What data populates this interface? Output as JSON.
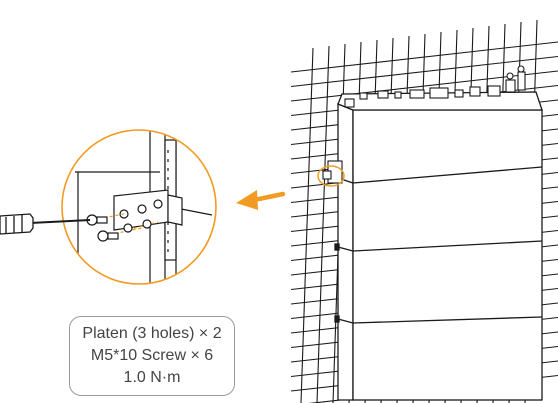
{
  "caption": {
    "line1": "Platen (3 holes) × 2",
    "line2": "M5*10 Screw × 6",
    "line3": "1.0 N·m"
  },
  "colors": {
    "accent": "#f29b22",
    "line": "#1a1a1a",
    "detail_fill": "#f5f5f5"
  },
  "icons": {
    "arrow": "arrow-left-icon",
    "screwdriver": "screwdriver-icon"
  }
}
